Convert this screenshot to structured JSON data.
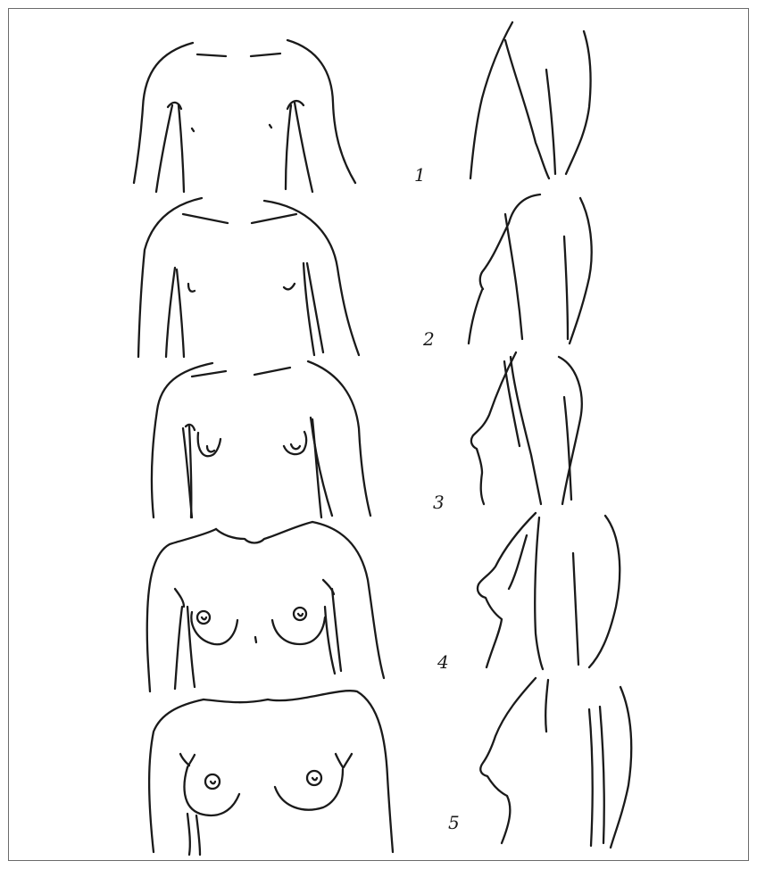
{
  "figure": {
    "stages": [
      {
        "number": "1"
      },
      {
        "number": "2"
      },
      {
        "number": "3"
      },
      {
        "number": "4"
      },
      {
        "number": "5"
      }
    ]
  },
  "colors": {
    "ink": "#1a1a1a",
    "border": "#6b6b6b",
    "background": "#ffffff"
  }
}
